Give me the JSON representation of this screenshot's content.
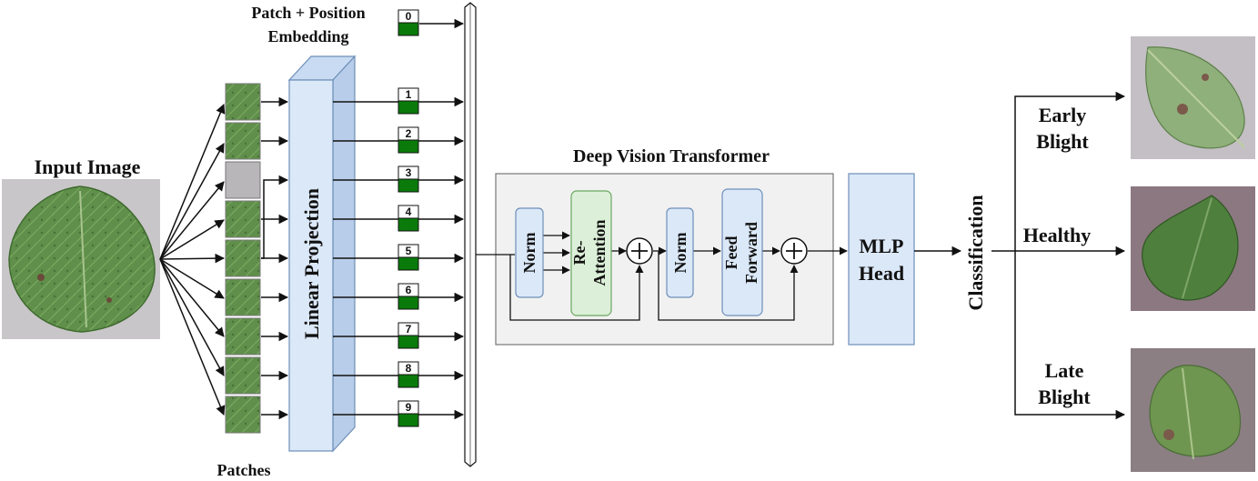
{
  "labels": {
    "input_image": "Input Image",
    "patch_pos_line1": "Patch + Position",
    "patch_pos_line2": "Embedding",
    "patches": "Patches",
    "linear_projection": "Linear Projection",
    "dvt_title": "Deep Vision Transformer",
    "norm": "Norm",
    "reattention_line1": "Re-",
    "reattention_line2": "Attention",
    "feed_line1": "Feed",
    "feed_line2": "Forward",
    "mlp_line1": "MLP",
    "mlp_line2": "Head",
    "classification": "Classification",
    "early_line1": "Early",
    "early_line2": "Blight",
    "healthy": "Healthy",
    "late_line1": "Late",
    "late_line2": "Blight"
  },
  "tokens": [
    "0",
    "1",
    "2",
    "3",
    "4",
    "5",
    "6",
    "7",
    "8",
    "9"
  ],
  "colors": {
    "token_green": "#0a7a0a",
    "block_blue": "#dbe8f8",
    "block_green": "#dcefd8",
    "leaf_green": "#5f8f4a",
    "panel_gray": "#f1f1f1"
  }
}
